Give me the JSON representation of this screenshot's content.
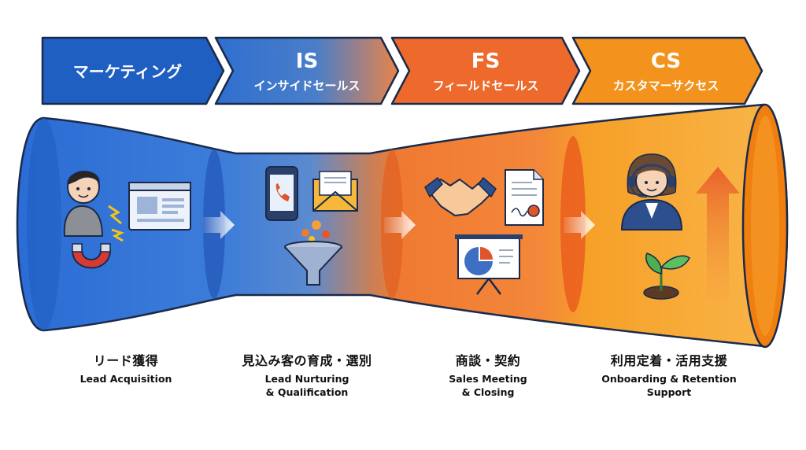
{
  "header": {
    "chevrons": [
      {
        "title": "マーケティング",
        "subtitle": ""
      },
      {
        "title": "IS",
        "subtitle": "インサイドセールス"
      },
      {
        "title": "FS",
        "subtitle": "フィールドセールス"
      },
      {
        "title": "CS",
        "subtitle": "カスタマーサクセス"
      }
    ]
  },
  "stages": [
    {
      "jp": "リード獲得",
      "en1": "Lead Acquisition",
      "en2": ""
    },
    {
      "jp": "見込み客の育成・選別",
      "en1": "Lead Nurturing",
      "en2": "& Qualification"
    },
    {
      "jp": "商談・契約",
      "en1": "Sales Meeting",
      "en2": "& Closing"
    },
    {
      "jp": "利用定着・活用支援",
      "en1": "Onboarding & Retention",
      "en2": "Support"
    }
  ],
  "colors": {
    "blue": "#2f6fd0",
    "blue_dark": "#1f55a8",
    "orange": "#f07a32",
    "orange_dark": "#e35a1c",
    "amber": "#f6a020",
    "outline": "#1a2a4a"
  }
}
